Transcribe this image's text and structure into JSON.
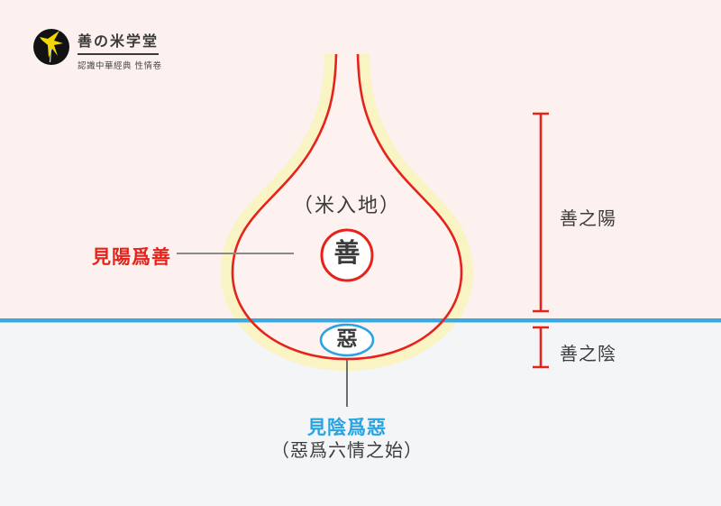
{
  "logo": {
    "title": "善の米学堂",
    "subtitle": "認識中華經典 性情卷",
    "icon": "bird-icon"
  },
  "diagram": {
    "drop_inner_label": "（米入地）",
    "good_char": "善",
    "evil_char": "惡",
    "left_label": "見陽爲善",
    "bottom_label": "見陰爲惡",
    "bottom_sublabel": "（惡爲六情之始）",
    "right_top_label": "善之陽",
    "right_bottom_label": "善之陰"
  },
  "colors": {
    "background_above": "#fdf1ef",
    "background_below": "#f3f5f7",
    "drop_outline_red": "#e5231b",
    "drop_glow_yellow": "#faf3c4",
    "horizon_blue": "#3aaade",
    "accent_blue": "#29a4e0",
    "text_dark": "#3c3c3c",
    "leader_line_gray": "#8a8a8a",
    "logo_black": "#121212",
    "logo_bird_yellow": "#f2d800"
  }
}
